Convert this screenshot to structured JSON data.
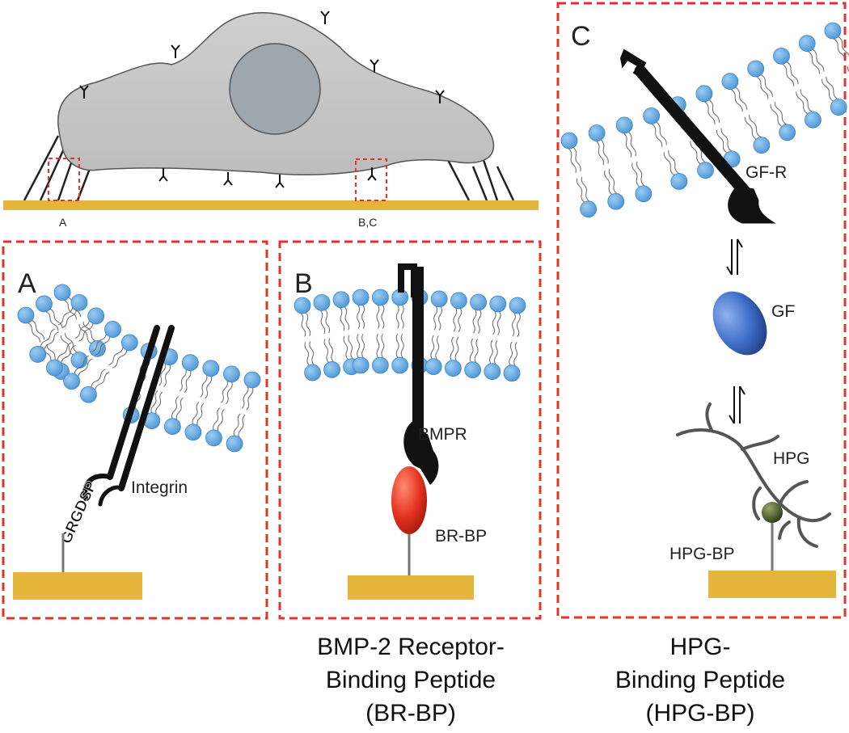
{
  "overview": {
    "callout_a": "A",
    "callout_bc": "B,C"
  },
  "panel_a": {
    "letter": "A",
    "receptor_label": "Integrin",
    "peptide_label": "GRGDSP"
  },
  "panel_b": {
    "letter": "B",
    "receptor_label": "BMPR",
    "peptide_label": "BR-BP",
    "caption_lines": [
      "BMP-2 Receptor-",
      "Binding Peptide",
      "(BR-BP)"
    ]
  },
  "panel_c": {
    "letter": "C",
    "receptor_label": "GF-R",
    "growth_factor_label": "GF",
    "proteoglycan_label": "HPG",
    "peptide_label": "HPG-BP",
    "caption_lines": [
      "HPG-",
      "Binding Peptide",
      "(HPG-BP)"
    ]
  },
  "colors": {
    "panel_border": "#e8302a",
    "substrate": "#e6b53c",
    "cell": "#c8c8c8",
    "nucleus": "#9ea6ae",
    "lipid_head": "#6aaee6",
    "receptor": "#111111",
    "peptide_br_bp": "#e5331f",
    "growth_factor": "#3f6fc8",
    "hpg_bp_bead": "#3c4a22"
  }
}
